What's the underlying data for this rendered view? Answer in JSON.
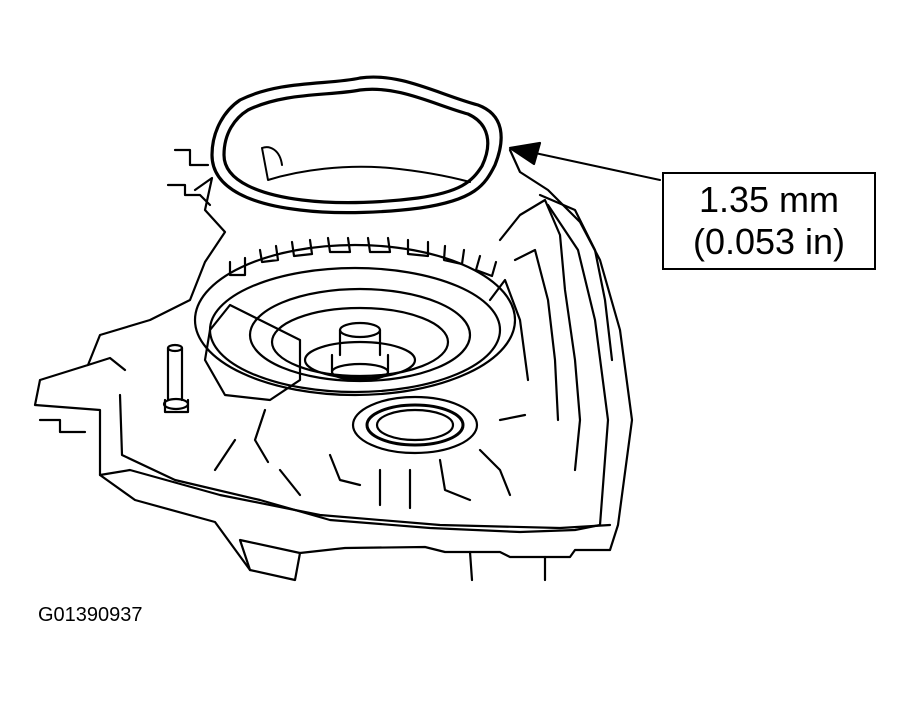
{
  "callout": {
    "line1": "1.35 mm",
    "line2": "(0.053 in)"
  },
  "figure_id": "G01390937",
  "colors": {
    "ink": "#000000",
    "paper": "#ffffff"
  }
}
